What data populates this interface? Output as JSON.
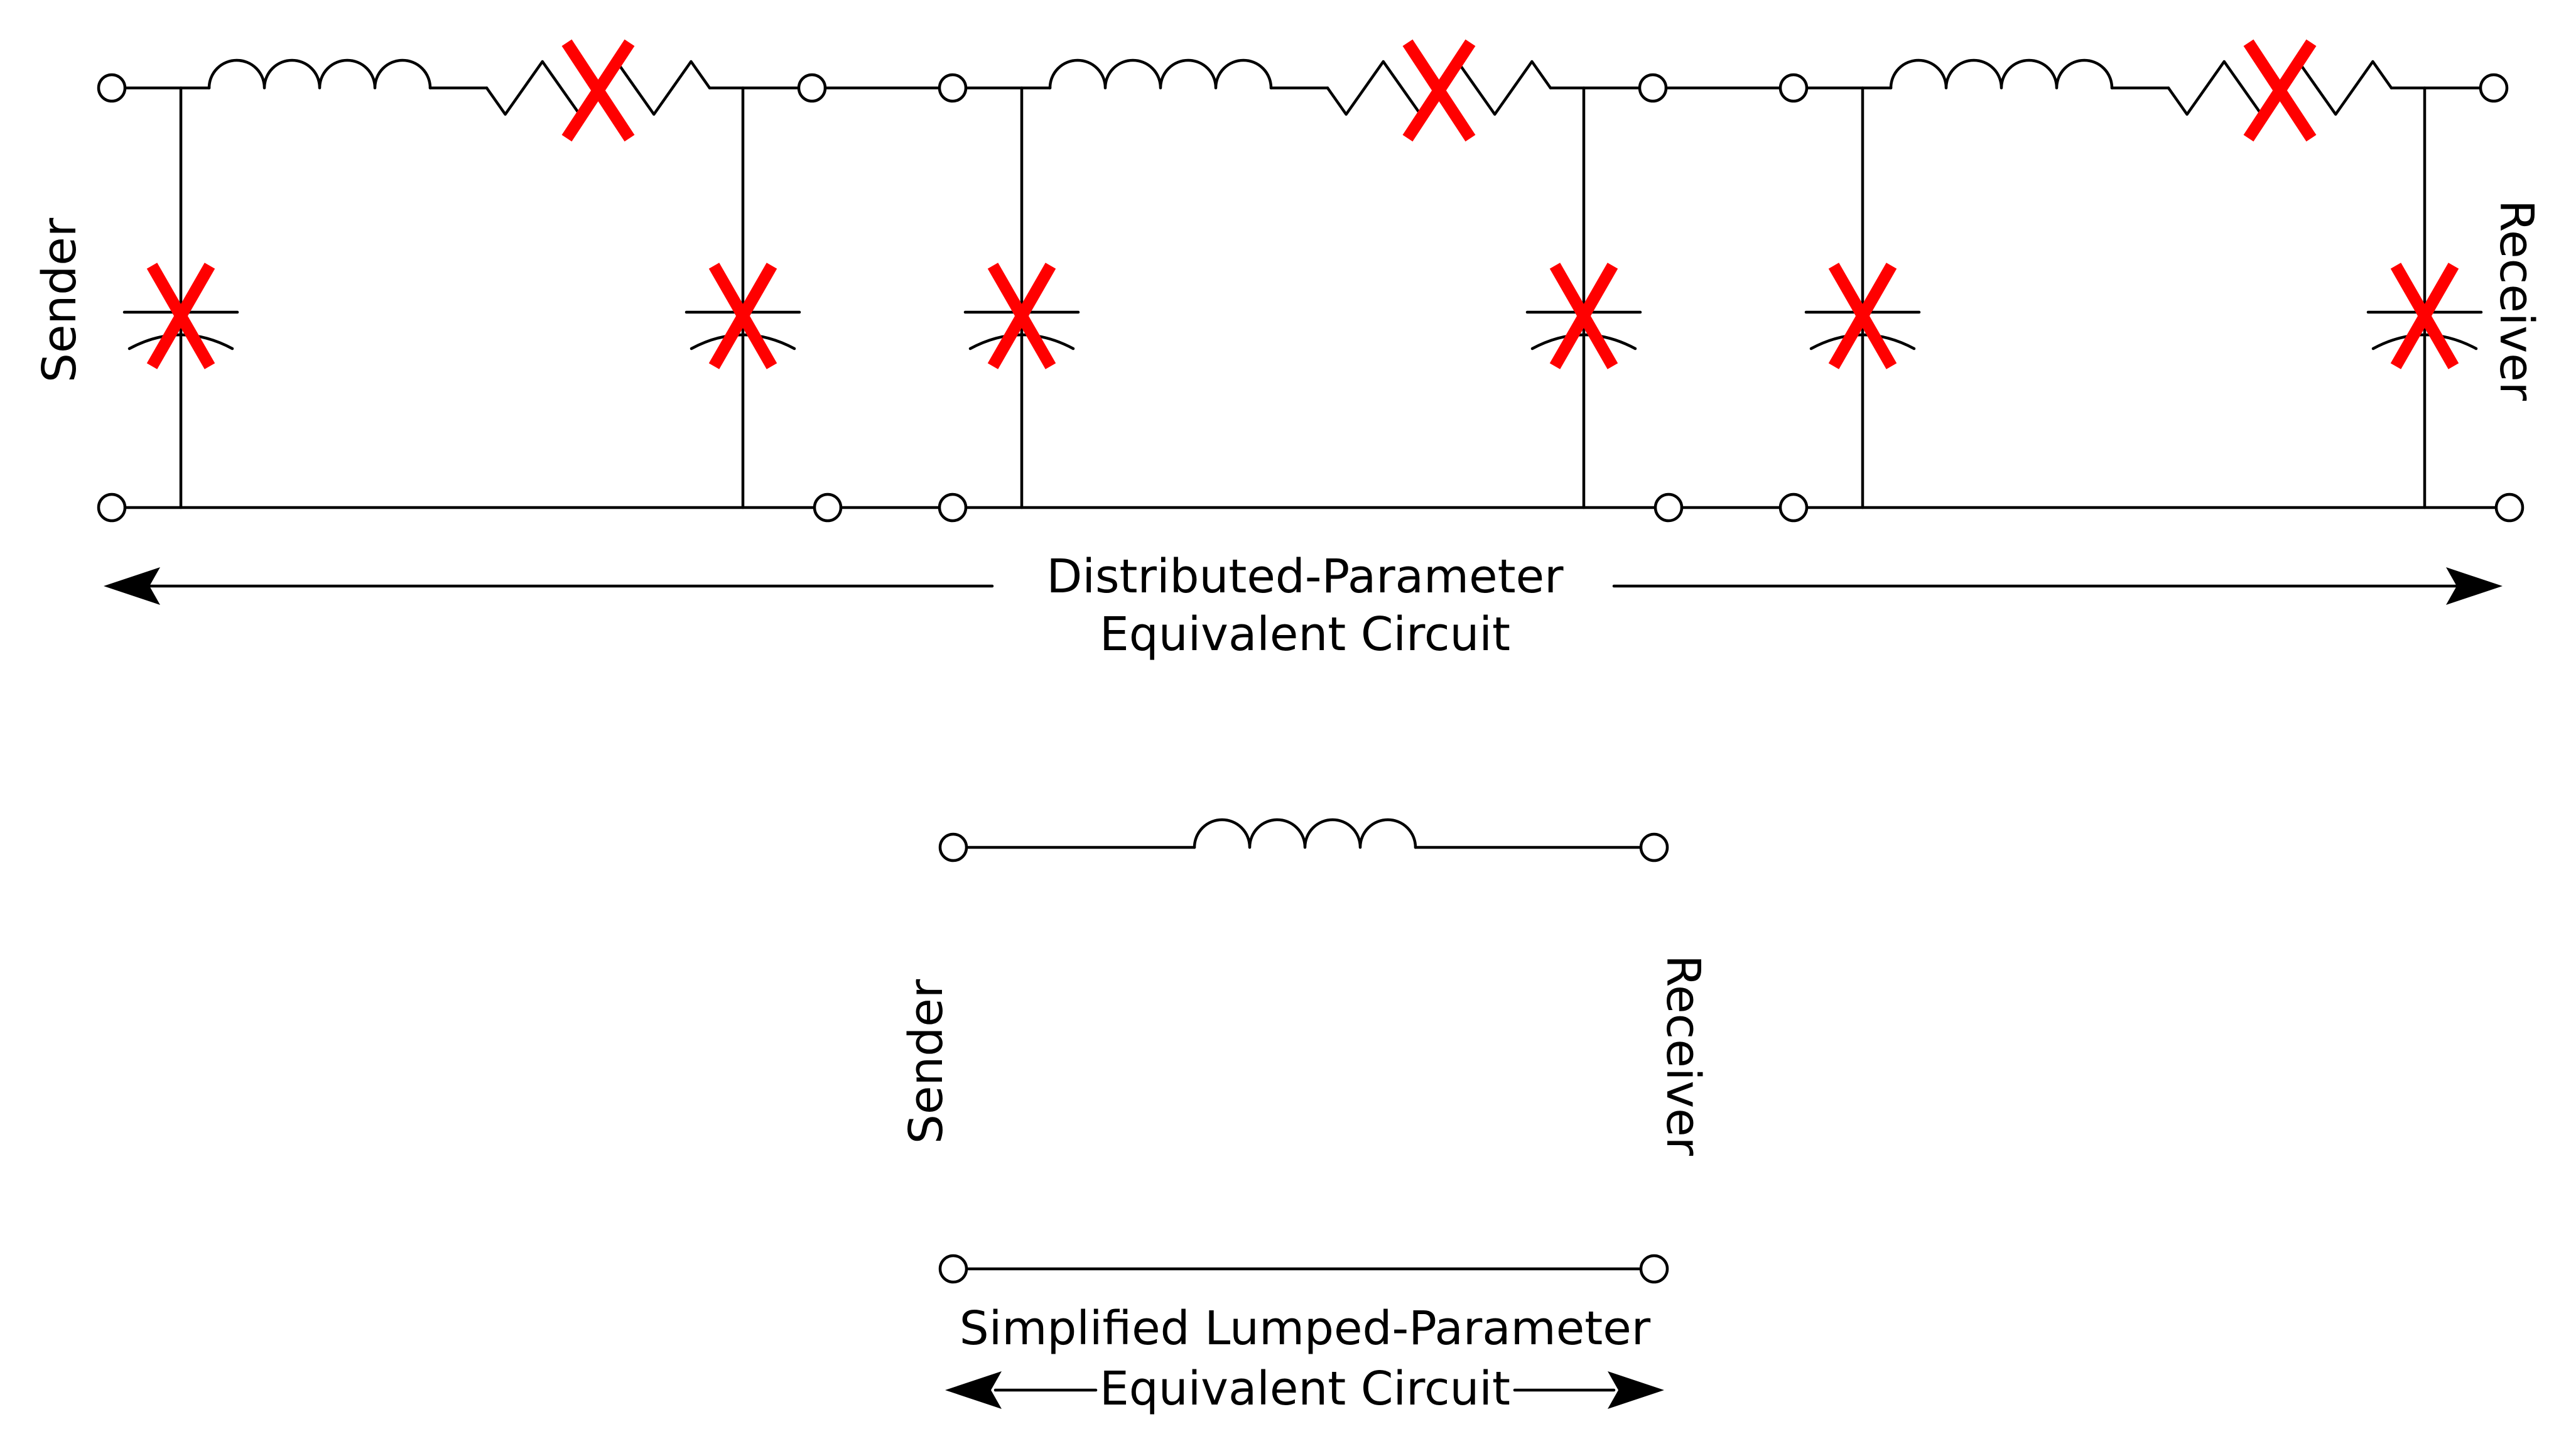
{
  "distributed": {
    "sender_label": "Sender",
    "receiver_label": "Receiver",
    "caption_line1": "Distributed-Parameter",
    "caption_line2": "Equivalent Circuit",
    "section_count": 3,
    "component_order": [
      "inductor",
      "resistor",
      "shunt-capacitors"
    ],
    "crossed_out": [
      "resistor",
      "capacitor"
    ]
  },
  "lumped": {
    "sender_label": "Sender",
    "receiver_label": "Receiver",
    "caption_line1": "Simplified Lumped-Parameter",
    "caption_line2": "Equivalent Circuit",
    "components": [
      "inductor"
    ]
  },
  "colors": {
    "line": "#000000",
    "cross_mark": "#ff0000",
    "background": "#ffffff"
  }
}
